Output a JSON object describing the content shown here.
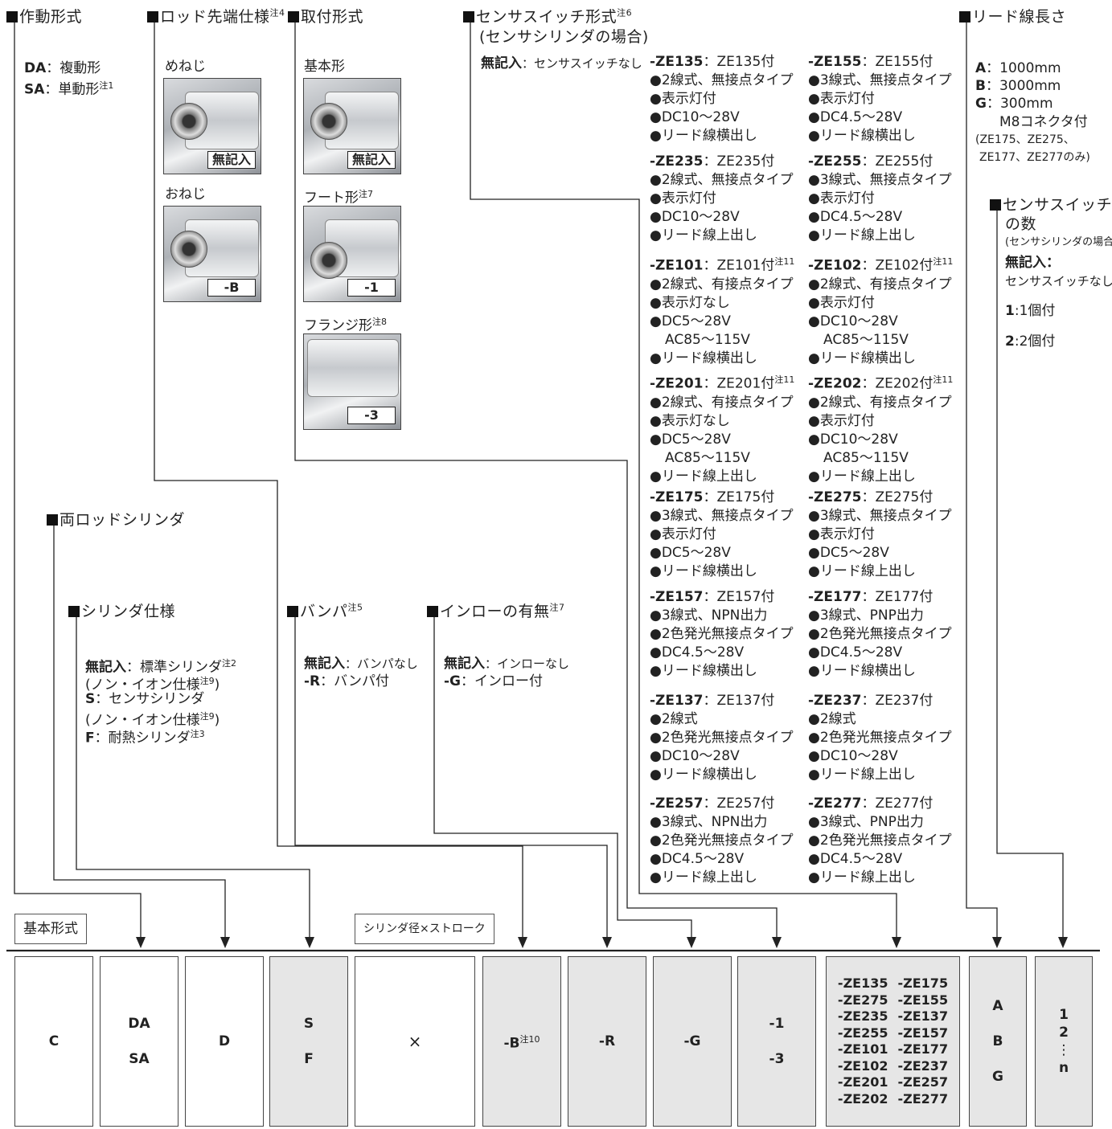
{
  "headers": {
    "action_type": "作動形式",
    "rod_end": "ロッド先端仕様",
    "rod_end_note": "注4",
    "mounting": "取付形式",
    "sensor_switch_l1": "センサスイッチ形式",
    "sensor_switch_note": "注6",
    "sensor_switch_l2": "(センサシリンダの場合)",
    "lead_length": "リード線長さ",
    "double_rod": "両ロッドシリンダ",
    "cylinder_spec": "シリンダ仕様",
    "bumper": "バンパ",
    "bumper_note": "注5",
    "spigot": "インローの有無",
    "spigot_note": "注7",
    "sensor_count_l1": "センサスイッチ",
    "sensor_count_l2": "の数",
    "sensor_count_l3": "(センサシリンダの場合)"
  },
  "action_type": {
    "da_code": "DA",
    "da_text": "：複動形",
    "sa_code": "SA",
    "sa_text": "：単動形",
    "sa_note": "注1"
  },
  "rod_end": {
    "female_label": "めねじ",
    "female_tag": "無記入",
    "male_label": "おねじ",
    "male_tag": "-B"
  },
  "mounting": {
    "basic_label": "基本形",
    "basic_tag": "無記入",
    "foot_label": "フート形",
    "foot_note": "注7",
    "foot_tag": "-1",
    "flange_label": "フランジ形",
    "flange_note": "注8",
    "flange_tag": "-3"
  },
  "sensor_none": {
    "code": "無記入",
    "text": "：センサスイッチなし"
  },
  "sensors_left": [
    {
      "code": "-ZE135",
      "title": "：ZE135付",
      "note": "",
      "lines": [
        "2線式、無接点タイプ",
        "表示灯付",
        "DC10～28V",
        "リード線横出し"
      ],
      "extra": ""
    },
    {
      "code": "-ZE235",
      "title": "：ZE235付",
      "note": "",
      "lines": [
        "2線式、無接点タイプ",
        "表示灯付",
        "DC10～28V",
        "リード線上出し"
      ],
      "extra": ""
    },
    {
      "code": "-ZE101",
      "title": "：ZE101付",
      "note": "注11",
      "lines": [
        "2線式、有接点タイプ",
        "表示灯なし",
        "DC5～28V"
      ],
      "extra": "AC85～115V",
      "last": "リード線横出し"
    },
    {
      "code": "-ZE201",
      "title": "：ZE201付",
      "note": "注11",
      "lines": [
        "2線式、有接点タイプ",
        "表示灯なし",
        "DC5～28V"
      ],
      "extra": "AC85～115V",
      "last": "リード線上出し"
    },
    {
      "code": "-ZE175",
      "title": "：ZE175付",
      "note": "",
      "lines": [
        "3線式、無接点タイプ",
        "表示灯付",
        "DC5～28V",
        "リード線横出し"
      ],
      "extra": ""
    },
    {
      "code": "-ZE157",
      "title": "：ZE157付",
      "note": "",
      "lines": [
        "3線式、NPN出力",
        "2色発光無接点タイプ",
        "DC4.5～28V",
        "リード線横出し"
      ],
      "extra": ""
    },
    {
      "code": "-ZE137",
      "title": "：ZE137付",
      "note": "",
      "lines": [
        "2線式",
        "2色発光無接点タイプ",
        "DC10～28V",
        "リード線横出し"
      ],
      "extra": ""
    },
    {
      "code": "-ZE257",
      "title": "：ZE257付",
      "note": "",
      "lines": [
        "3線式、NPN出力",
        "2色発光無接点タイプ",
        "DC4.5～28V",
        "リード線上出し"
      ],
      "extra": ""
    }
  ],
  "sensors_right": [
    {
      "code": "-ZE155",
      "title": "：ZE155付",
      "note": "",
      "lines": [
        "3線式、無接点タイプ",
        "表示灯付",
        "DC4.5～28V",
        "リード線横出し"
      ],
      "extra": ""
    },
    {
      "code": "-ZE255",
      "title": "：ZE255付",
      "note": "",
      "lines": [
        "3線式、無接点タイプ",
        "表示灯付",
        "DC4.5～28V",
        "リード線上出し"
      ],
      "extra": ""
    },
    {
      "code": "-ZE102",
      "title": "：ZE102付",
      "note": "注11",
      "lines": [
        "2線式、有接点タイプ",
        "表示灯付",
        "DC10～28V"
      ],
      "extra": "AC85～115V",
      "last": "リード線横出し"
    },
    {
      "code": "-ZE202",
      "title": "：ZE202付",
      "note": "注11",
      "lines": [
        "2線式、有接点タイプ",
        "表示灯付",
        "DC10～28V"
      ],
      "extra": "AC85～115V",
      "last": "リード線上出し"
    },
    {
      "code": "-ZE275",
      "title": "：ZE275付",
      "note": "",
      "lines": [
        "3線式、無接点タイプ",
        "表示灯付",
        "DC5～28V",
        "リード線上出し"
      ],
      "extra": ""
    },
    {
      "code": "-ZE177",
      "title": "：ZE177付",
      "note": "",
      "lines": [
        "3線式、PNP出力",
        "2色発光無接点タイプ",
        "DC4.5～28V",
        "リード線横出し"
      ],
      "extra": ""
    },
    {
      "code": "-ZE237",
      "title": "：ZE237付",
      "note": "",
      "lines": [
        "2線式",
        "2色発光無接点タイプ",
        "DC10～28V",
        "リード線上出し"
      ],
      "extra": ""
    },
    {
      "code": "-ZE277",
      "title": "：ZE277付",
      "note": "",
      "lines": [
        "3線式、PNP出力",
        "2色発光無接点タイプ",
        "DC4.5～28V",
        "リード線上出し"
      ],
      "extra": ""
    }
  ],
  "lead_length": {
    "a_code": "A",
    "a_text": "：1000mm",
    "b_code": "B",
    "b_text": "：3000mm",
    "g_code": "G",
    "g_text": "：300mm",
    "g_extra": "M8コネクタ付",
    "g_note1": "(ZE175、ZE275、",
    "g_note2": "ZE177、ZE277のみ)"
  },
  "sensor_count": {
    "none_code": "無記入：",
    "none_text": "センサスイッチなし",
    "one_code": "1",
    "one_text": ":1個付",
    "two_code": "2",
    "two_text": ":2個付"
  },
  "cylinder_spec": {
    "blank_code": "無記入",
    "blank_text": "：標準シリンダ",
    "blank_note": "注2",
    "blank_sub": "(ノン・イオン仕様",
    "blank_sub_note": "注9",
    "blank_sub_end": ")",
    "s_code": "S",
    "s_text": "：センサシリンダ",
    "s_sub": "(ノン・イオン仕様",
    "s_sub_note": "注9",
    "s_sub_end": ")",
    "f_code": "F",
    "f_text": "：耐熱シリンダ",
    "f_note": "注3"
  },
  "bumper": {
    "none_code": "無記入",
    "none_text": "：バンパなし",
    "r_code": "-R",
    "r_text": "：バンパ付"
  },
  "spigot": {
    "none_code": "無記入",
    "none_text": "：インローなし",
    "g_code": "-G",
    "g_text": "：インロー付"
  },
  "bottom_labels": {
    "basic_form": "基本形式",
    "bore_stroke": "シリンダ径×ストローク"
  },
  "cells": {
    "c": "C",
    "da": "DA",
    "sa": "SA",
    "d": "D",
    "s": "S",
    "f": "F",
    "x": "×",
    "b": "-B",
    "b_note": "注10",
    "r": "-R",
    "g": "-G",
    "m1": "-1",
    "m3": "-3",
    "sensor_codes": [
      [
        "-ZE135",
        "-ZE175"
      ],
      [
        "-ZE275",
        "-ZE155"
      ],
      [
        "-ZE235",
        "-ZE137"
      ],
      [
        "-ZE255",
        "-ZE157"
      ],
      [
        "-ZE101",
        "-ZE177"
      ],
      [
        "-ZE102",
        "-ZE237"
      ],
      [
        "-ZE201",
        "-ZE257"
      ],
      [
        "-ZE202",
        "-ZE277"
      ]
    ],
    "lead_a": "A",
    "lead_b": "B",
    "lead_g": "G",
    "n1": "1",
    "n2": "2",
    "ndots": "⋮",
    "nn": "n"
  }
}
